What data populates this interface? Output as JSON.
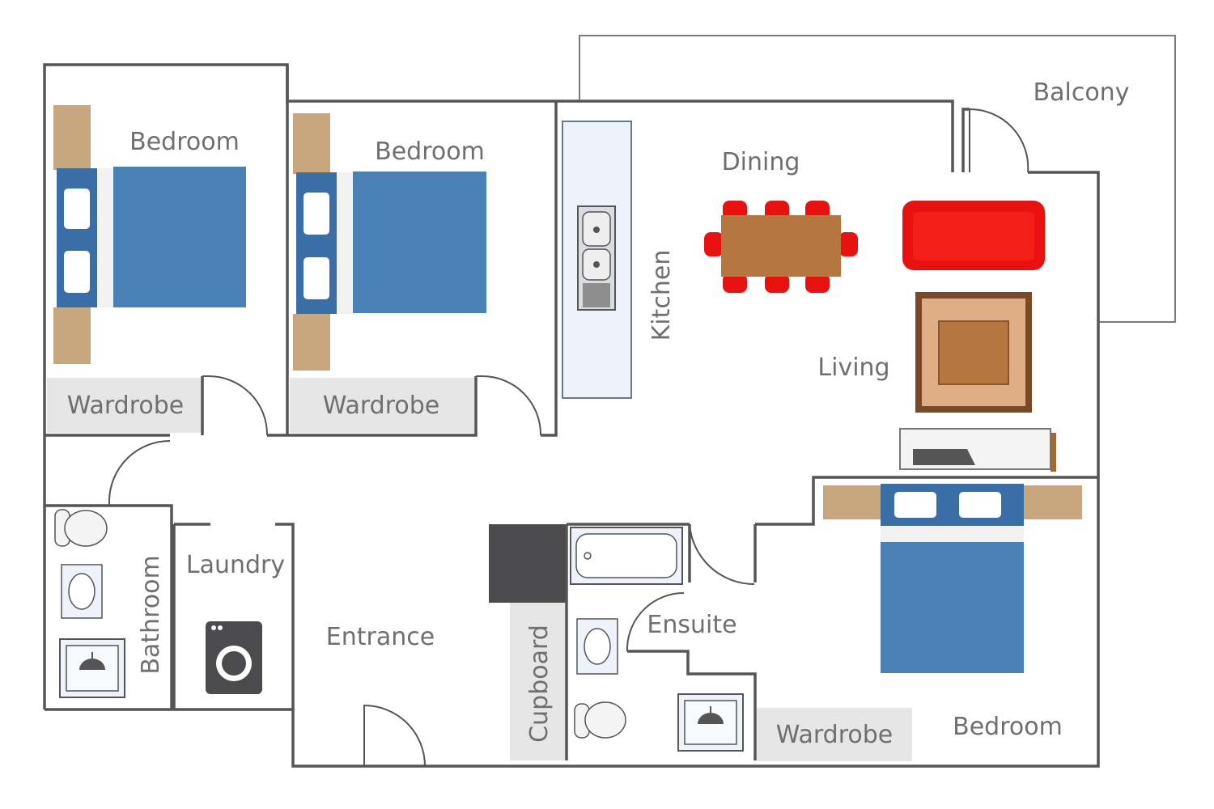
{
  "rooms": {
    "bedroom_1": "Bedroom",
    "bedroom_2": "Bedroom",
    "bedroom_3": "Bedroom",
    "wardrobe_1": "Wardrobe",
    "wardrobe_2": "Wardrobe",
    "wardrobe_3": "Wardrobe",
    "dining": "Dining",
    "living": "Living",
    "kitchen": "Kitchen",
    "balcony": "Balcony",
    "laundry": "Laundry",
    "bathroom": "Bathroom",
    "entrance": "Entrance",
    "ensuite": "Ensuite",
    "cupboard": "Cupboard"
  },
  "colors": {
    "wall": "#555555",
    "bed_blue": "#4a82b8",
    "headboard_blue": "#3a6ea6",
    "side_table": "#c9a77e",
    "sofa_red": "#e8110f",
    "table_brown": "#b5773f",
    "rug_tan": "#dfae84",
    "wardrobe_grey": "#e6e6e6",
    "cupboard_dark": "#4b4b4d"
  }
}
